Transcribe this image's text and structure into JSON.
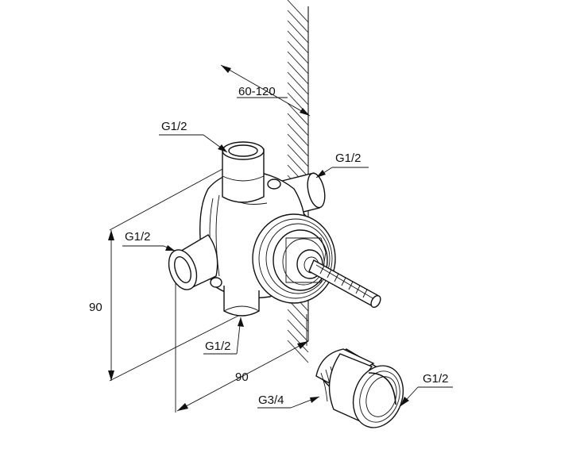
{
  "diagram": {
    "labels": {
      "top_inlet": "G1/2",
      "right_inlet": "G1/2",
      "left_inlet": "G1/2",
      "bottom_outlet": "G1/2",
      "adapter_outlet": "G1/2",
      "adapter_thread": "G3/4"
    },
    "dimensions": {
      "wall_depth": "60-120",
      "height": "90",
      "width": "90"
    }
  },
  "colors": {
    "line": "#111111",
    "background": "#ffffff"
  }
}
